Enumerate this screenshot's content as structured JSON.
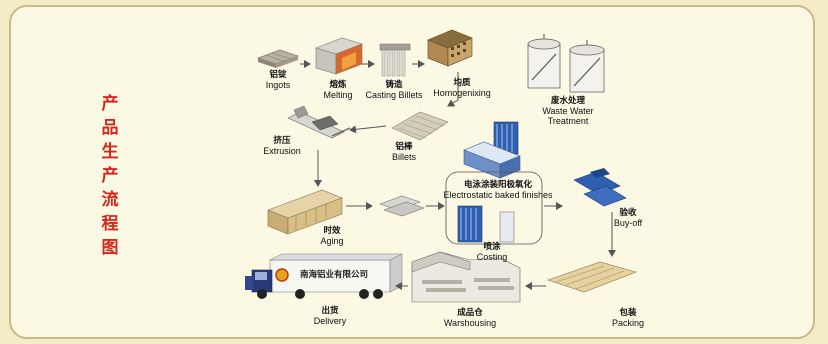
{
  "title": "产品生产流程图",
  "steps": {
    "ingots": {
      "zh": "铝锭",
      "en": "Ingots"
    },
    "melting": {
      "zh": "熔炼",
      "en": "Melting"
    },
    "casting": {
      "zh": "铸造",
      "en": "Casting Billets"
    },
    "homogenizing": {
      "zh": "均质",
      "en": "Homogenixing"
    },
    "waste_water": {
      "zh": "废水处理",
      "en": "Waste Water",
      "en2": "Treatment"
    },
    "extrusion": {
      "zh": "挤压",
      "en": "Extrusion"
    },
    "billets": {
      "zh": "铝棒",
      "en": "Billets"
    },
    "electrostatic": {
      "zh": "电泳涂装阳极氧化",
      "en": "Electrostatic baked finishes"
    },
    "coating": {
      "zh": "喷涂",
      "en": "Costing"
    },
    "aging": {
      "zh": "时效",
      "en": "Aging"
    },
    "buyoff": {
      "zh": "验收",
      "en": "Buy-off"
    },
    "delivery": {
      "zh": "出货",
      "en": "Delivery"
    },
    "warehousing": {
      "zh": "成品仓",
      "en": "Warshousing"
    },
    "packing": {
      "zh": "包装",
      "en": "Packing"
    }
  },
  "truck_label": "南海铝业有限公司",
  "colors": {
    "title": "#d4281c",
    "arrow": "#555555",
    "background": "#fbf8e4"
  }
}
